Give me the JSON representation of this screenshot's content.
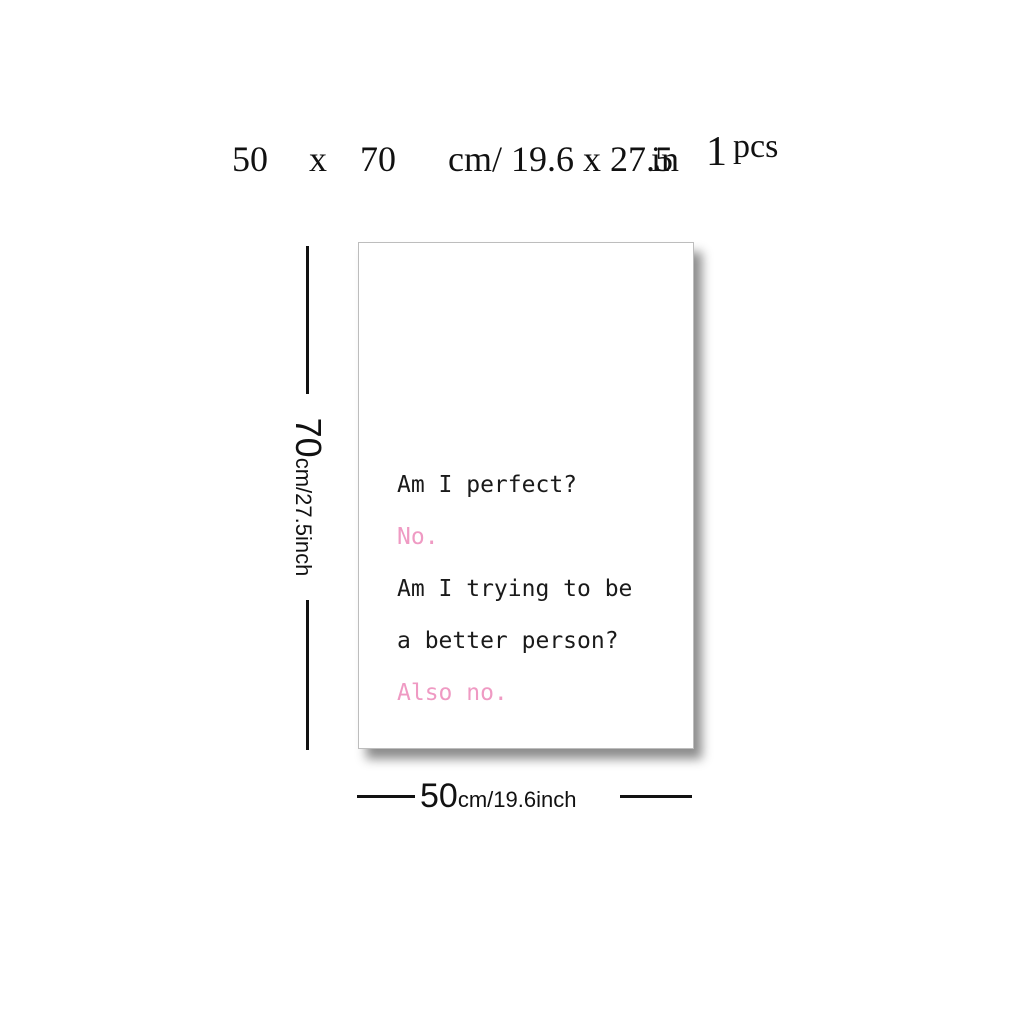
{
  "header": {
    "part_a": "50",
    "part_b": "x",
    "part_c": "70",
    "part_d": "cm/ 19.6 x 27.5",
    "part_e": "in",
    "part_f": "1",
    "part_g": "pcs"
  },
  "poster": {
    "line1": "Am I perfect?",
    "line2": "No.",
    "line3": "Am I trying to be",
    "line4": "a better person?",
    "line5": "Also no.",
    "text_color": "#1a1a1a",
    "accent_color": "#ef9ac3"
  },
  "dimensions": {
    "height_value": "70",
    "height_unit": "cm/27.5inch",
    "width_value": "50",
    "width_unit": "cm/19.6inch"
  }
}
